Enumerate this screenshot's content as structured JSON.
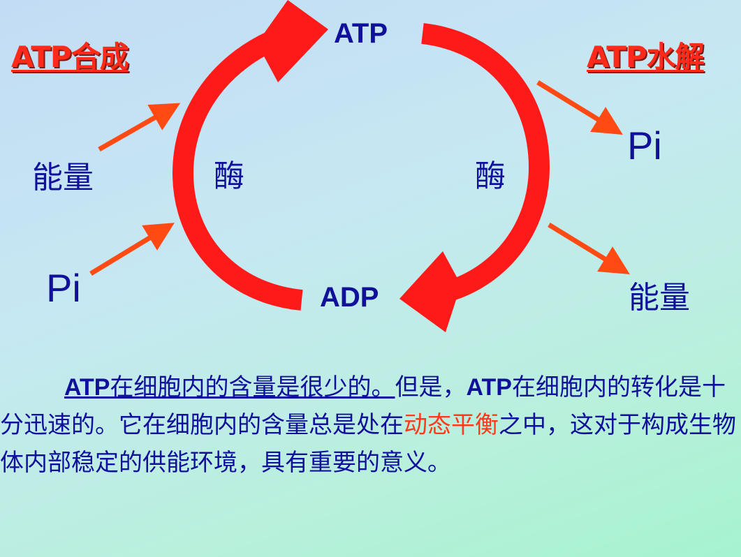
{
  "headings": {
    "synthesis": "ATP合成",
    "hydrolysis": "ATP水解"
  },
  "molecules": {
    "atp": "ATP",
    "adp": "ADP"
  },
  "labels": {
    "energy_in": "能量",
    "pi_in": "Pi",
    "enzyme_left": "酶",
    "enzyme_right": "酶",
    "pi_out": "Pi",
    "energy_out": "能量"
  },
  "colors": {
    "cycle_arrow": "#ff1a1a",
    "side_arrow": "#ff4a14",
    "text": "#10109a",
    "heading": "#ff2a1a"
  },
  "paragraph": {
    "underlined": "ATP在细胞内的含量是很少的。",
    "part2": "但是，",
    "atp": "ATP",
    "part3": "在细胞内的转化是十分迅速的。它在细胞内的含量总是处在",
    "highlight": "动态平衡",
    "part4": "之中，这对于构成生物体内部稳定的供能环境，具有重要的意义。"
  }
}
